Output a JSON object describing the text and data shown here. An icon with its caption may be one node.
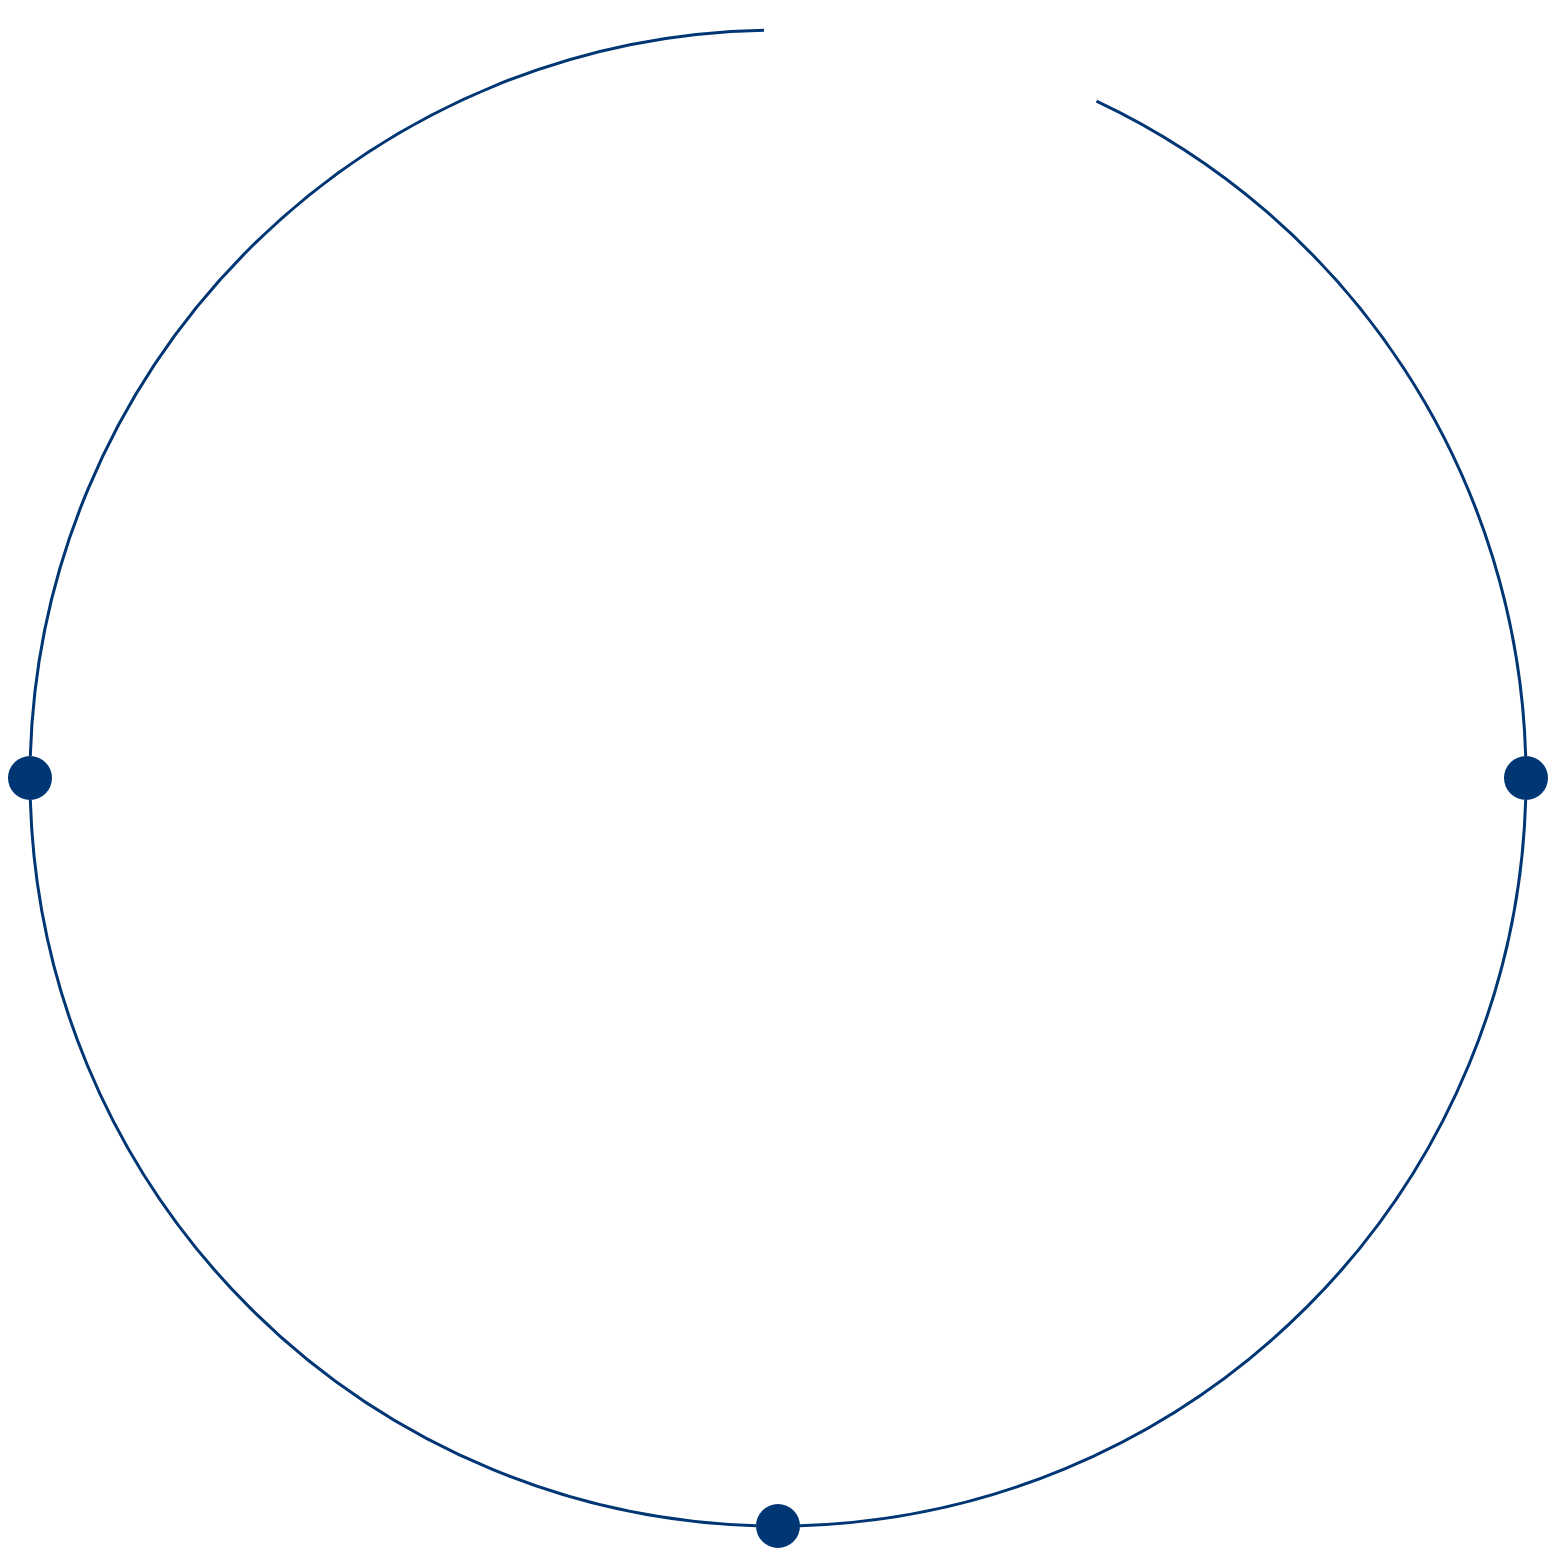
{
  "diagram": {
    "nodes": [
      {
        "text": [],
        "shape": "circle"
      },
      {
        "text": [],
        "shape": "circle"
      },
      {
        "text": [],
        "shape": "circle"
      }
    ],
    "edges": [
      {
        "from": 0,
        "to": 1,
        "arrow": "none"
      },
      {
        "from": 1,
        "to": 2,
        "arrow": "none"
      },
      {
        "from": 0,
        "to": null,
        "arrow": "none"
      },
      {
        "from": 2,
        "to": null,
        "arrow": "none"
      }
    ]
  }
}
